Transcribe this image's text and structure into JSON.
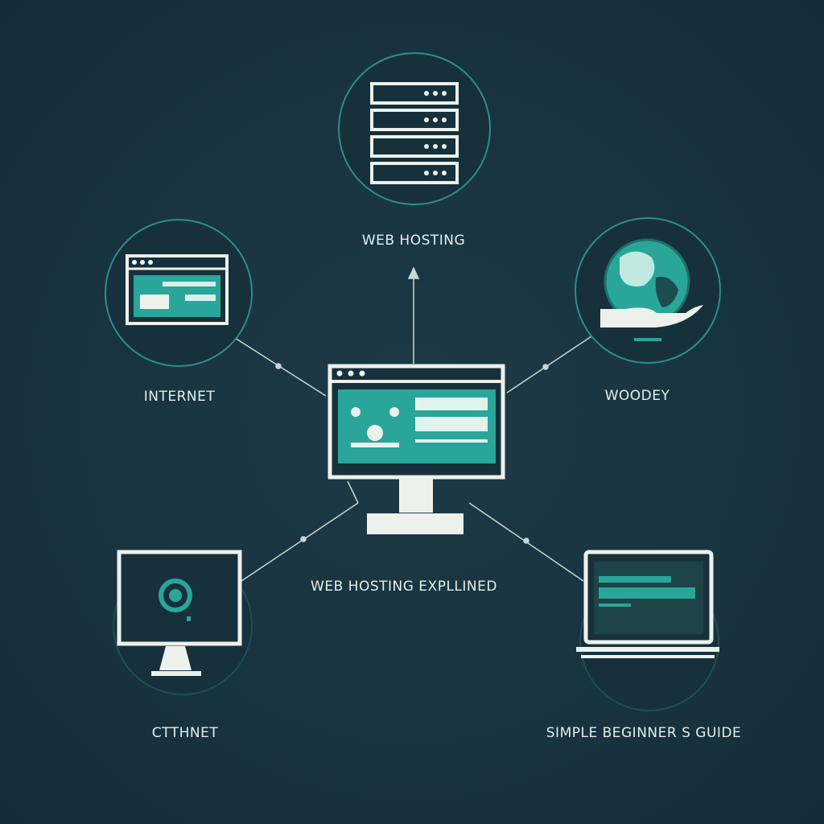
{
  "nodes": {
    "top": {
      "label": "WEB HOSTING",
      "icon": "server-rack-icon"
    },
    "left": {
      "label": "INTERNET",
      "icon": "browser-window-icon"
    },
    "right": {
      "label": "WOODEY",
      "icon": "globe-in-hand-icon"
    },
    "bottom_left": {
      "label": "CTTHNET",
      "icon": "desktop-monitor-icon"
    },
    "bottom_right": {
      "label": "SIMPLE BEGINNER S GUIDE",
      "icon": "laptop-icon"
    }
  },
  "center": {
    "title": "WEB HOSTING EXPLLINED",
    "icon": "desktop-computer-icon"
  },
  "colors": {
    "background": "#183340",
    "teal": "#2aa59a",
    "ring": "#2a8f8a",
    "white": "#ecf1ec"
  }
}
